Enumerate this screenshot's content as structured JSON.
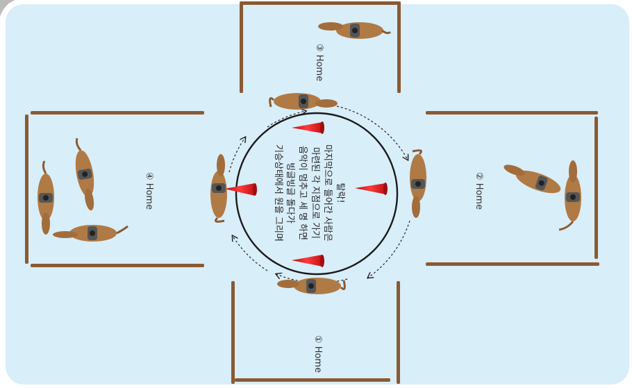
{
  "colors": {
    "background": "#d8eef9",
    "fence": "#8a5a32",
    "horse": "#b07a45",
    "cone": "#e3191e",
    "circle": "#1a1a1a"
  },
  "homes": {
    "home1": "① Home",
    "home2": "② Home",
    "home3": "③ Home",
    "home4": "④ Home"
  },
  "instructions": {
    "line1": "기승상태에서 원을 그리며",
    "line2": "빙글빙글 돌다가",
    "line3": "음악이 멈추고 세 명 하면",
    "line4": "마련된 각 지점으로 가기",
    "line5": "마지막으로 들어간 사람은",
    "line6": "탈락!"
  }
}
